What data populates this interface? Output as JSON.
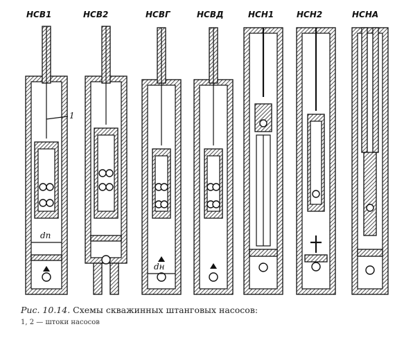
{
  "pumps": [
    {
      "label": "НСВ1"
    },
    {
      "label": "НСВ2"
    },
    {
      "label": "НСВГ"
    },
    {
      "label": "НСВД"
    },
    {
      "label": "НСН1"
    },
    {
      "label": "НСН2"
    },
    {
      "label": "НСНА"
    }
  ],
  "annotations": {
    "callout_1": "1",
    "plunger_diameter": "dп",
    "pump_diameter": "dн"
  },
  "caption": {
    "prefix": "Рис. 10.14.",
    "text": "Схемы скважинных штанговых насосов:"
  },
  "legend": "1, 2 — штоки насосов"
}
